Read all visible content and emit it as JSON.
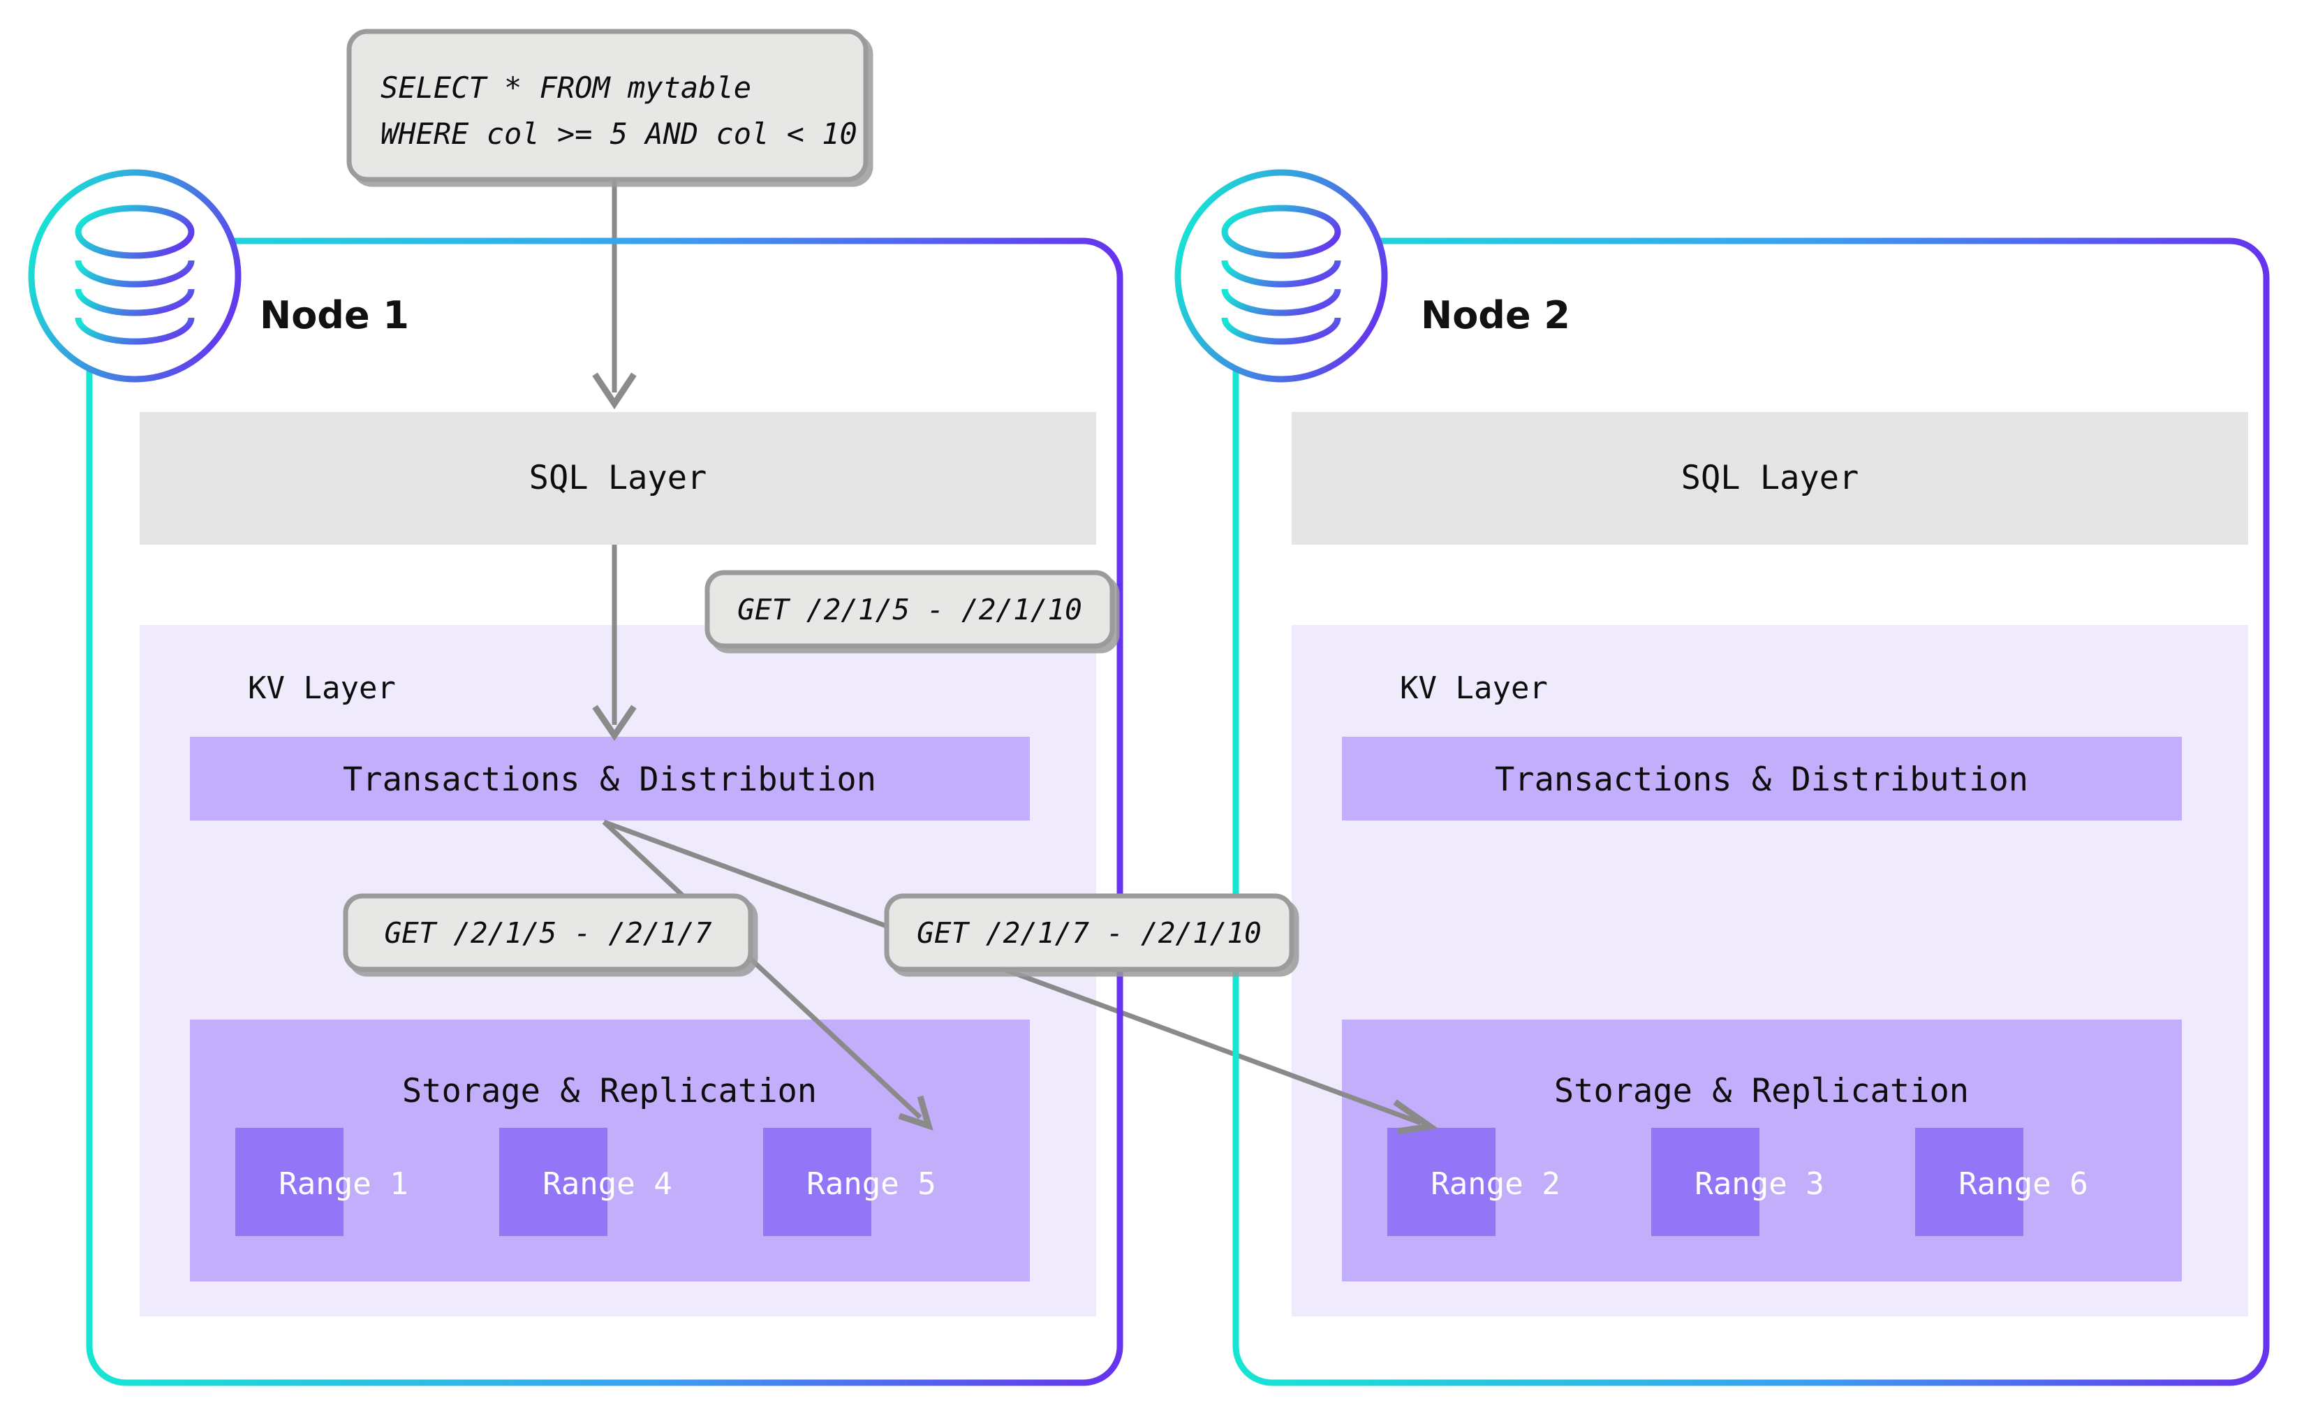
{
  "diagram": {
    "title": "Distributed SQL query routing across nodes",
    "type": "architecture-diagram"
  },
  "colors": {
    "background": "#ffffff",
    "node_border_start": "#16e5d4",
    "node_border_end": "#6633ee",
    "sql_layer_fill": "#e5e5e5",
    "kv_panel_fill": "#efeafc",
    "band_fill": "#c3aefb",
    "range_fill": "#9375f8",
    "arrow": "#8a8a8a",
    "tag_fill": "#e7e7e5",
    "tag_border": "#9b9b9b",
    "text": "#0d0d0d",
    "range_text": "#ffffff"
  },
  "query_box": {
    "name": "sql-query-callout",
    "line1": "SELECT * FROM mytable",
    "line2": "WHERE col >= 5 AND col < 10"
  },
  "kv_request_tags": [
    {
      "id": "tag-top",
      "label": "GET /2/1/5 - /2/1/10"
    },
    {
      "id": "tag-left",
      "label": "GET /2/1/5 - /2/1/7"
    },
    {
      "id": "tag-right",
      "label": "GET /2/1/7 - /2/1/10"
    }
  ],
  "nodes": [
    {
      "id": "node-1",
      "title": "Node 1",
      "icon": "database-cylinder-icon",
      "sql_layer_label": "SQL Layer",
      "kv_layer_label": "KV Layer",
      "transactions_label": "Transactions & Distribution",
      "storage_label": "Storage & Replication",
      "ranges": [
        "Range 1",
        "Range 4",
        "Range 5"
      ]
    },
    {
      "id": "node-2",
      "title": "Node 2",
      "icon": "database-cylinder-icon",
      "sql_layer_label": "SQL Layer",
      "kv_layer_label": "KV Layer",
      "transactions_label": "Transactions & Distribution",
      "storage_label": "Storage & Replication",
      "ranges": [
        "Range 2",
        "Range 3",
        "Range 6"
      ]
    }
  ]
}
